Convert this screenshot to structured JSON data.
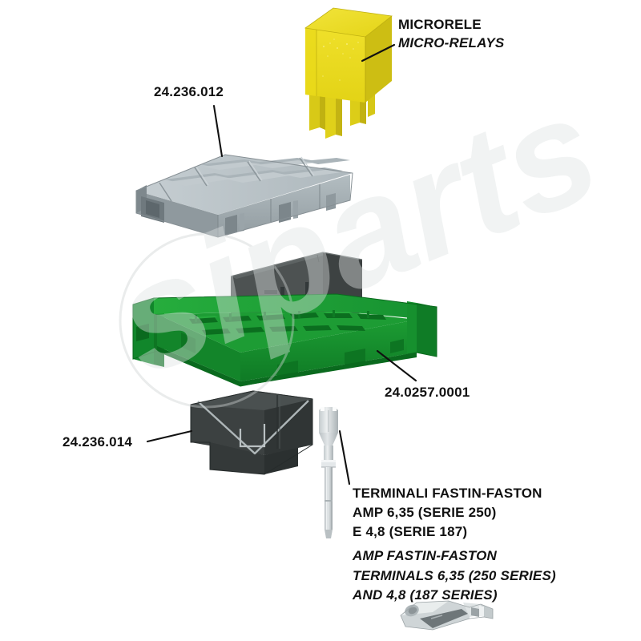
{
  "diagram": {
    "kind": "exploded-assembly",
    "subject": "relay / fuse box assembly with micro-relay and faston terminals",
    "background_color": "#ffffff"
  },
  "labels": {
    "relay_title_it": "MICRORELE",
    "relay_title_en": "MICRO-RELAYS",
    "part_cover": "24.236.012",
    "part_housing": "24.0257.0001",
    "part_base": "24.236.014",
    "terminals": {
      "it_line1": "TERMINALI FASTIN-FASTON",
      "it_line2": "AMP 6,35 (SERIE 250)",
      "it_line3": "E 4,8 (SERIE 187)",
      "en_line1": "AMP FASTIN-FASTON",
      "en_line2": "TERMINALS 6,35 (250 SERIES)",
      "en_line3": "AND 4,8 (187 SERIES)"
    }
  },
  "watermark": {
    "text": "siparts",
    "color": "#d8dcdc"
  },
  "parts": [
    {
      "id": "micro-relay",
      "name": "micro-relay",
      "color": "#ecdc1b",
      "color_dark": "#c9bb15",
      "color_side": "#d6c718",
      "label": "MICRORELE"
    },
    {
      "id": "cover",
      "name": "relay box cover",
      "color": "#bcc4c8",
      "color_dark": "#8d979c",
      "color_side": "#a6b0b4",
      "label": "24.236.012"
    },
    {
      "id": "housing",
      "name": "fuse box green housing",
      "color": "#17912f",
      "color_dark": "#0c6b21",
      "color_side": "#12802a",
      "label": "24.0257.0001"
    },
    {
      "id": "backplate",
      "name": "dark rear plate",
      "color": "#4d5252",
      "color_dark": "#313535",
      "label": ""
    },
    {
      "id": "base",
      "name": "connector base block",
      "color": "#3c4141",
      "color_dark": "#2a2e2e",
      "label": "24.236.014"
    },
    {
      "id": "terminal-male",
      "name": "faston male terminal with shaft",
      "color": "#cfd4d6",
      "color_dark": "#9aa1a4",
      "label": "TERMINALI FASTIN-FASTON"
    },
    {
      "id": "terminal-female",
      "name": "faston female crimp terminal",
      "color": "#d2d7d9",
      "color_dark": "#9ba2a5",
      "label": ""
    }
  ],
  "leader_lines": [
    {
      "from": "24.236.012",
      "to": "cover"
    },
    {
      "from": "MICRORELE",
      "to": "micro-relay"
    },
    {
      "from": "24.0257.0001",
      "to": "housing"
    },
    {
      "from": "24.236.014",
      "to": "base"
    },
    {
      "from": "TERMINALI FASTIN-FASTON",
      "to": "terminal-male"
    }
  ],
  "colors": {
    "yellow": "#ecdc1b",
    "green": "#17912f",
    "gray": "#bcc4c8",
    "dark_gray": "#3c4141",
    "silver": "#cfd4d6",
    "text": "#111111"
  }
}
